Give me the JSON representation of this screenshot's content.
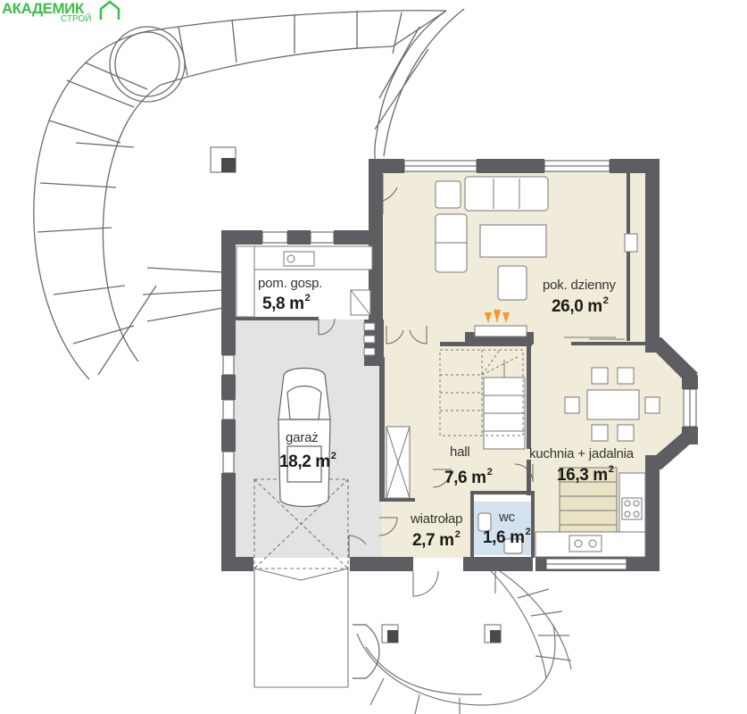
{
  "logo": {
    "brand": "АКАДЕМИК",
    "sub": "СТРОЙ"
  },
  "rooms": [
    {
      "name": "pom. gosp.",
      "area": "5,8 m",
      "sup": "2"
    },
    {
      "name": "garaż",
      "area": "18,2 m",
      "sup": "2"
    },
    {
      "name": "pok. dzienny",
      "area": "26,0 m",
      "sup": "2"
    },
    {
      "name": "hall",
      "area": "7,6 m",
      "sup": "2"
    },
    {
      "name": "kuchnia + jadalnia",
      "area": "16,3 m",
      "sup": "2"
    },
    {
      "name": "wiatrołap",
      "area": "2,7 m",
      "sup": "2"
    },
    {
      "name": "wc",
      "area": "1,6 m",
      "sup": "2"
    }
  ],
  "colors": {
    "wall": "#5e5e62",
    "living_floor": "#f1ecd9",
    "garage_floor": "#e3e3e4",
    "wc_floor": "#d2e3ef",
    "kitchen_stairs": "#e9e2c4",
    "fire": "#f29a2e",
    "logo": "#3bbf4a"
  }
}
